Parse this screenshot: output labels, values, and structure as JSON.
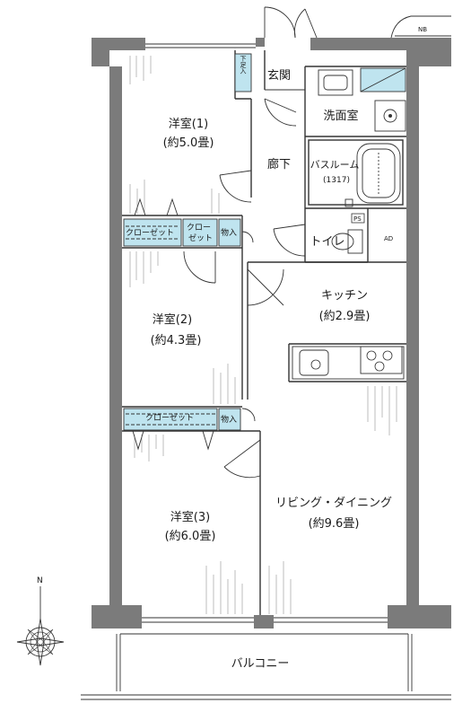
{
  "labels": {
    "room1_name": "洋室(1)",
    "room1_size": "(約5.0畳)",
    "room2_name": "洋室(2)",
    "room2_size": "(約4.3畳)",
    "room3_name": "洋室(3)",
    "room3_size": "(約6.0畳)",
    "entrance": "玄関",
    "shoe_box": "下足入",
    "washroom": "洗面室",
    "corridor": "廊下",
    "bathroom": "バスルーム",
    "bath_size": "(1317)",
    "toilet": "トイレ",
    "kitchen_name": "キッチン",
    "kitchen_size": "(約2.9畳)",
    "ld_name": "リビング・ダイニング",
    "ld_size": "(約9.6畳)",
    "closet_1": "クローゼット",
    "closet_small_a": "クロー",
    "closet_small_b": "ゼット",
    "storage_1": "物入",
    "closet_2": "クローゼット",
    "storage_2": "物入",
    "balcony": "バルコニー",
    "north": "N",
    "nb": "NB",
    "ps": "PS",
    "ad": "AD"
  },
  "colors": {
    "wall": "#7b7b7b",
    "closet_fill": "#bfe4ef",
    "line": "#333333"
  }
}
